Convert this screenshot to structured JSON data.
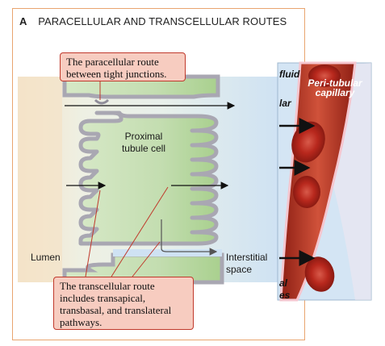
{
  "panel": {
    "letter": "A",
    "title": "PARACELLULAR AND TRANSCELLULAR ROUTES"
  },
  "callouts": {
    "paracellular": "The paracellular route between tight junctions.",
    "transcellular": "The transcellular route includes transapical, transbasal, and translateral pathways."
  },
  "labels": {
    "cell": "Proximal tubule cell",
    "lumen": "Lumen",
    "interstitial": "Interstitial space"
  },
  "capillary": {
    "title": "Peri-tubular capillary",
    "fragments": [
      "fluid",
      "lar",
      "al",
      "es"
    ]
  },
  "colors": {
    "callout_fill": "#f7ccc0",
    "callout_border": "#c0392b",
    "cell_fill": "#c8dfb8",
    "membrane": "#a9a7b2",
    "interstitium": "#cfe2f3",
    "lumen": "#f6e6cf",
    "vessel_red": "#c0392b",
    "frame": "#e9a56f"
  }
}
